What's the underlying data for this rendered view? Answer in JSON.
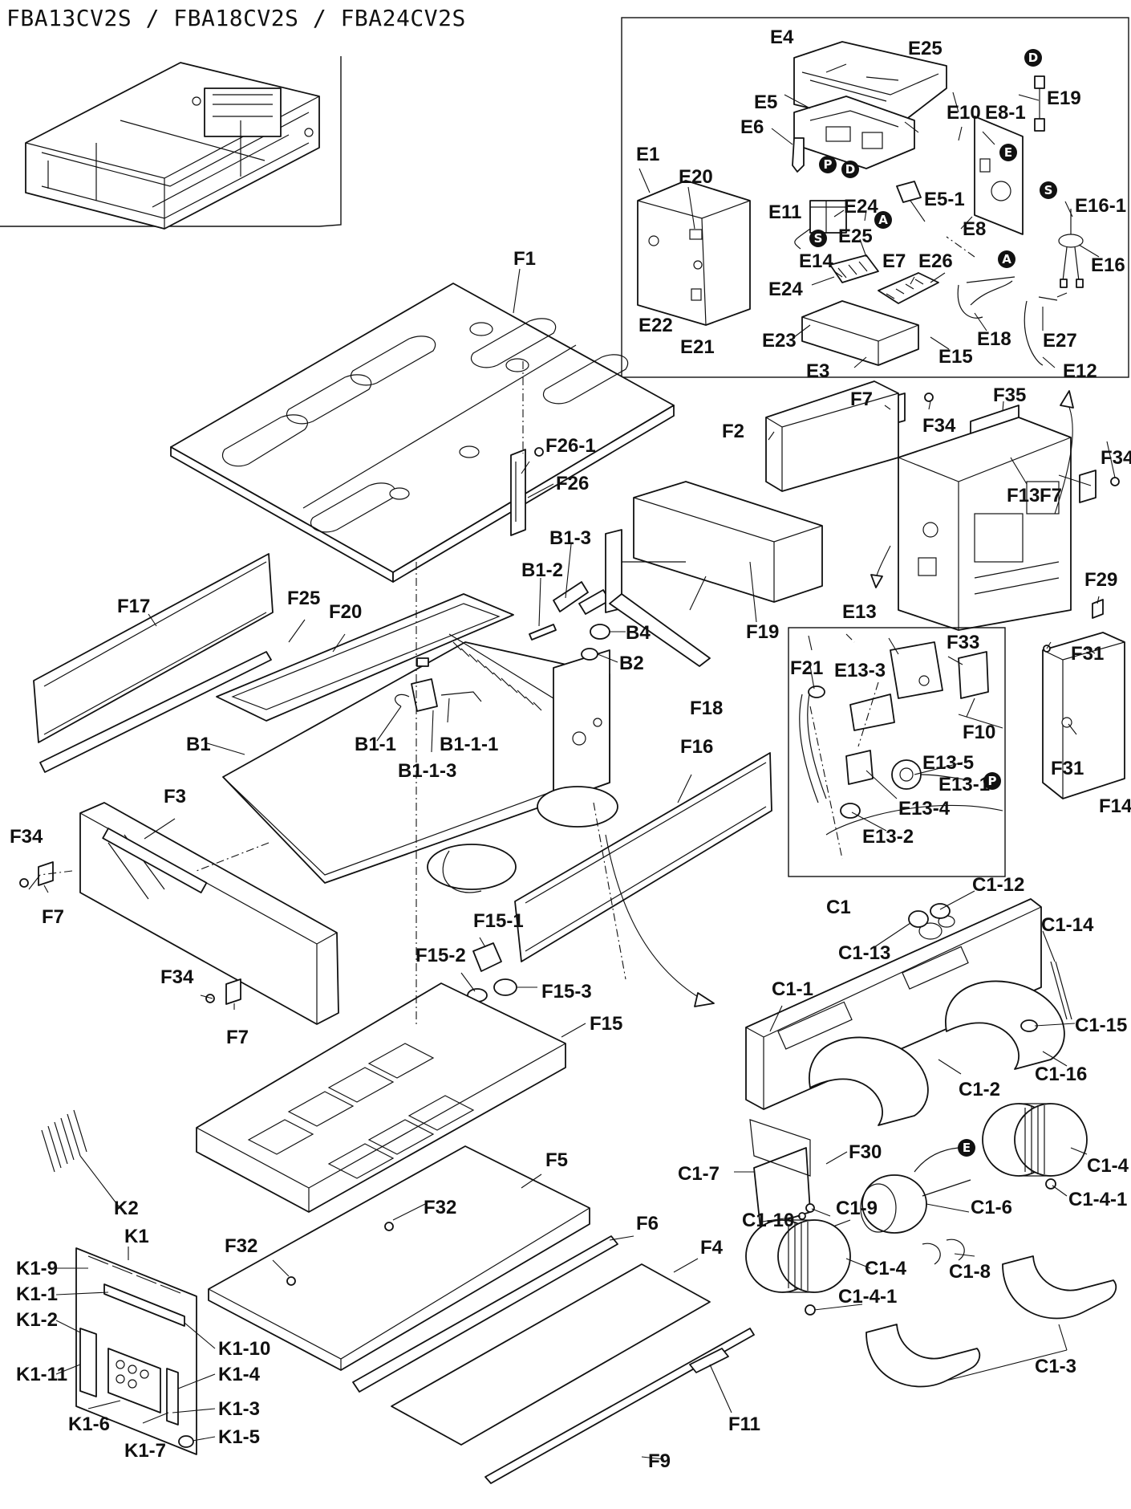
{
  "title": "FBA13CV2S / FBA18CV2S / FBA24CV2S",
  "labels": {
    "F1": "F1",
    "F2": "F2",
    "F3": "F3",
    "F4": "F4",
    "F5": "F5",
    "F6": "F6",
    "F7a": "F7",
    "F7b": "F7",
    "F7c": "F7",
    "F7d": "F7",
    "F9": "F9",
    "F10": "F10",
    "F11": "F11",
    "F13": "F13",
    "F14": "F14",
    "F15": "F15",
    "F15_1": "F15-1",
    "F15_2": "F15-2",
    "F15_3": "F15-3",
    "F16": "F16",
    "F17": "F17",
    "F18": "F18",
    "F19": "F19",
    "F20": "F20",
    "F21": "F21",
    "F25": "F25",
    "F26": "F26",
    "F26_1": "F26-1",
    "F29": "F29",
    "F30": "F30",
    "F31a": "F31",
    "F31b": "F31",
    "F32a": "F32",
    "F32b": "F32",
    "F33": "F33",
    "F34a": "F34",
    "F34b": "F34",
    "F34c": "F34",
    "F34d": "F34",
    "F35": "F35",
    "E1": "E1",
    "E3": "E3",
    "E4": "E4",
    "E5": "E5",
    "E5_1": "E5-1",
    "E6": "E6",
    "E7": "E7",
    "E8": "E8",
    "E8_1": "E8-1",
    "E10": "E10",
    "E11": "E11",
    "E12": "E12",
    "E13": "E13",
    "E13_1": "E13-1",
    "E13_2": "E13-2",
    "E13_3": "E13-3",
    "E13_4": "E13-4",
    "E13_5": "E13-5",
    "E14": "E14",
    "E15": "E15",
    "E16": "E16",
    "E16_1": "E16-1",
    "E18": "E18",
    "E19": "E19",
    "E20": "E20",
    "E21": "E21",
    "E22": "E22",
    "E23": "E23",
    "E24a": "E24",
    "E24b": "E24",
    "E25a": "E25",
    "E25b": "E25",
    "E26": "E26",
    "E27": "E27",
    "B1": "B1",
    "B1_1": "B1-1",
    "B1_1_1": "B1-1-1",
    "B1_1_3": "B1-1-3",
    "B1_2": "B1-2",
    "B1_3": "B1-3",
    "B2": "B2",
    "B4": "B4",
    "C1": "C1",
    "C1_1": "C1-1",
    "C1_2": "C1-2",
    "C1_3": "C1-3",
    "C1_4a": "C1-4",
    "C1_4b": "C1-4",
    "C1_4_1a": "C1-4-1",
    "C1_4_1b": "C1-4-1",
    "C1_6": "C1-6",
    "C1_7": "C1-7",
    "C1_8": "C1-8",
    "C1_9": "C1-9",
    "C1_10": "C1-10",
    "C1_12": "C1-12",
    "C1_13": "C1-13",
    "C1_14": "C1-14",
    "C1_15": "C1-15",
    "C1_16": "C1-16",
    "K1": "K1",
    "K1_1": "K1-1",
    "K1_2": "K1-2",
    "K1_3": "K1-3",
    "K1_4": "K1-4",
    "K1_5": "K1-5",
    "K1_6": "K1-6",
    "K1_7": "K1-7",
    "K1_9": "K1-9",
    "K1_10": "K1-10",
    "K1_11": "K1-11",
    "K2": "K2"
  },
  "connection_markers": {
    "D1": "D",
    "D2": "D",
    "E1": "E",
    "E2": "E",
    "P1": "P",
    "P2": "P",
    "S1": "S",
    "S2": "S",
    "A1": "A",
    "A2": "A"
  }
}
